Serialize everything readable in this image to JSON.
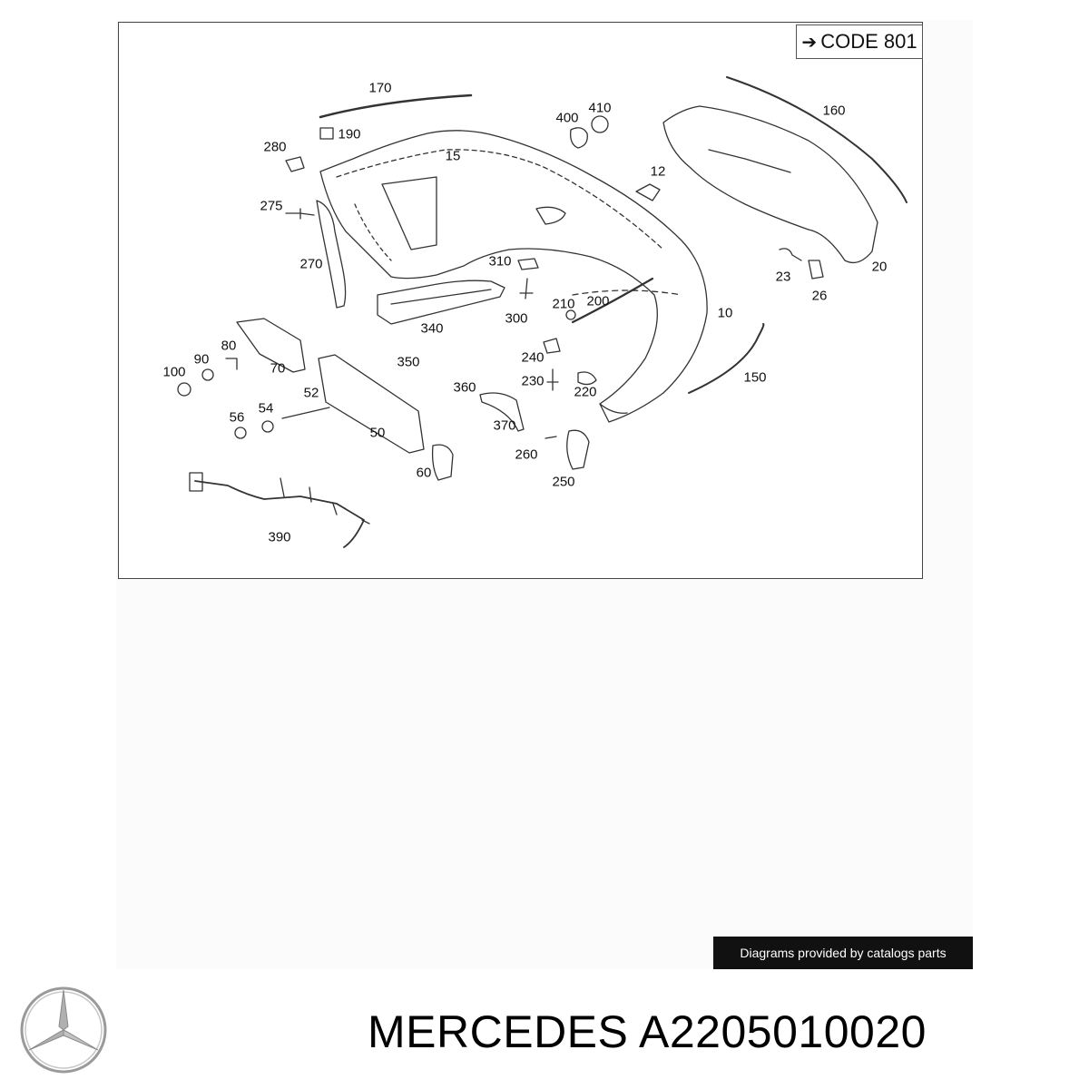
{
  "diagram": {
    "code_arrow": "➔",
    "code_label": "CODE 801",
    "callouts": [
      "170",
      "190",
      "280",
      "275",
      "270",
      "15",
      "400",
      "410",
      "12",
      "160",
      "23",
      "26",
      "20",
      "310",
      "300",
      "210",
      "200",
      "10",
      "340",
      "350",
      "80",
      "90",
      "100",
      "70",
      "52",
      "54",
      "56",
      "50",
      "60",
      "240",
      "230",
      "220",
      "150",
      "360",
      "370",
      "260",
      "250",
      "390"
    ]
  },
  "credit": "Diagrams provided by catalogs parts",
  "footer": {
    "brand": "MERCEDES",
    "part_number": "A2205010020"
  },
  "logo_icon": "mercedes-star-icon"
}
